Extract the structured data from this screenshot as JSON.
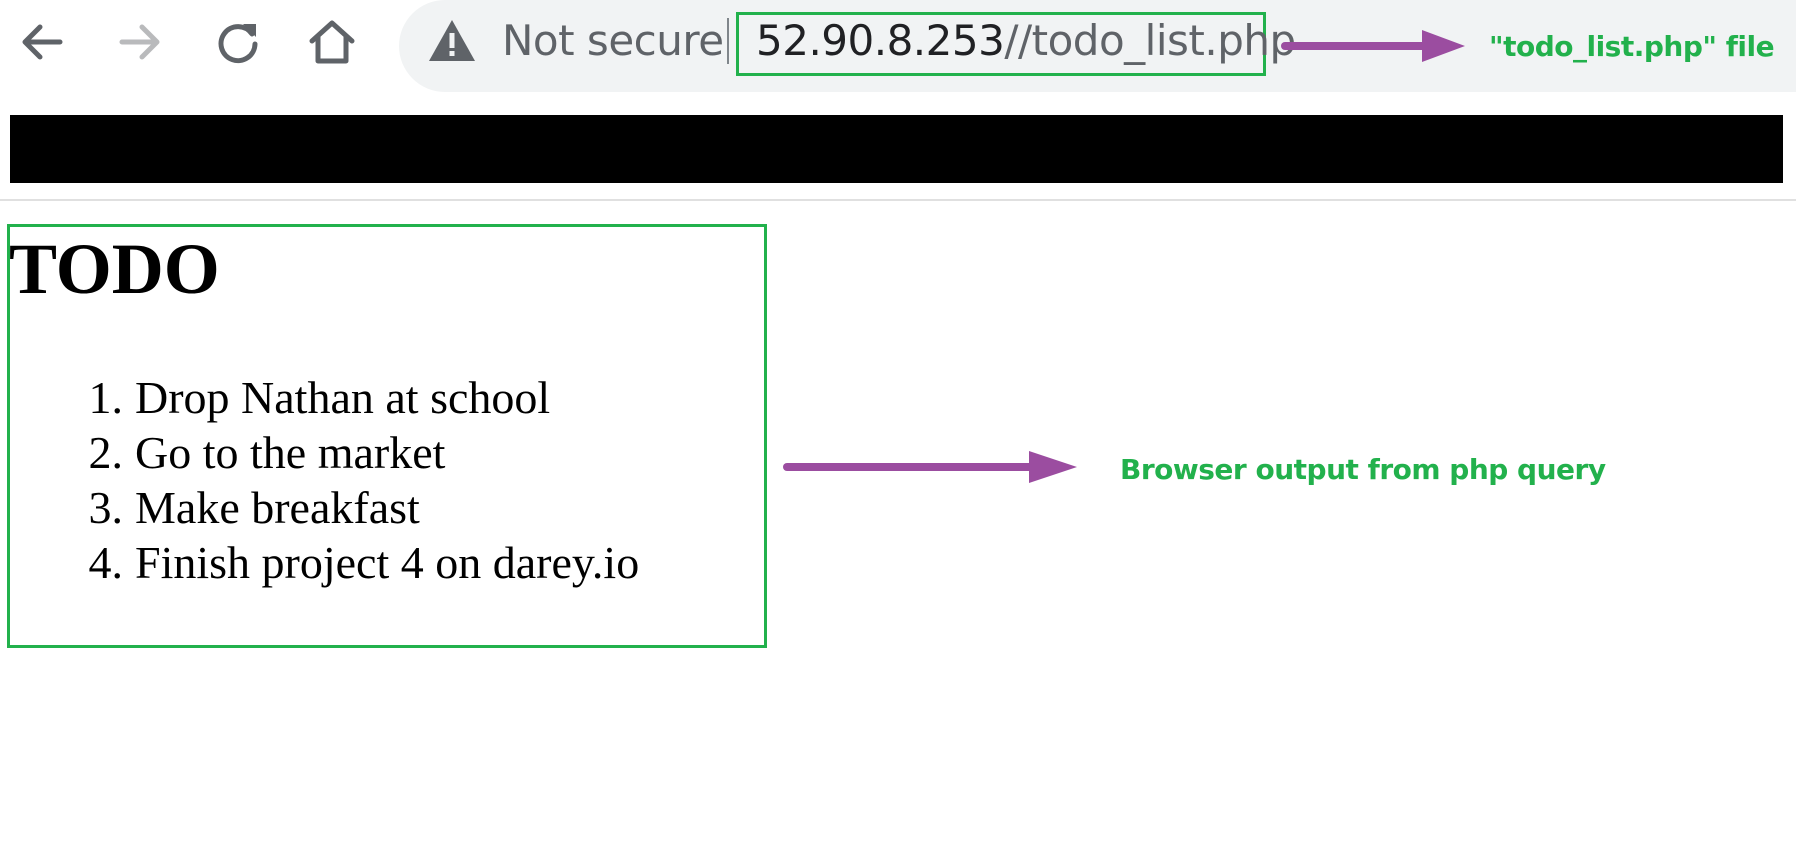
{
  "browser": {
    "security_label": "Not secure",
    "url_host": "52.90.8.253",
    "url_path": "//todo_list.php"
  },
  "page": {
    "heading": "TODO",
    "items": [
      {
        "number": "1.",
        "text": "Drop Nathan at school"
      },
      {
        "number": "2.",
        "text": "Go to the market"
      },
      {
        "number": "3.",
        "text": "Make breakfast"
      },
      {
        "number": "4.",
        "text": "Finish project 4 on darey.io"
      }
    ]
  },
  "annotations": {
    "file_note": "\"todo_list.php\" file",
    "output_note": "Browser output from php query"
  },
  "colors": {
    "annotation_green": "#22b14c",
    "arrow_purple": "#9b4da0"
  }
}
